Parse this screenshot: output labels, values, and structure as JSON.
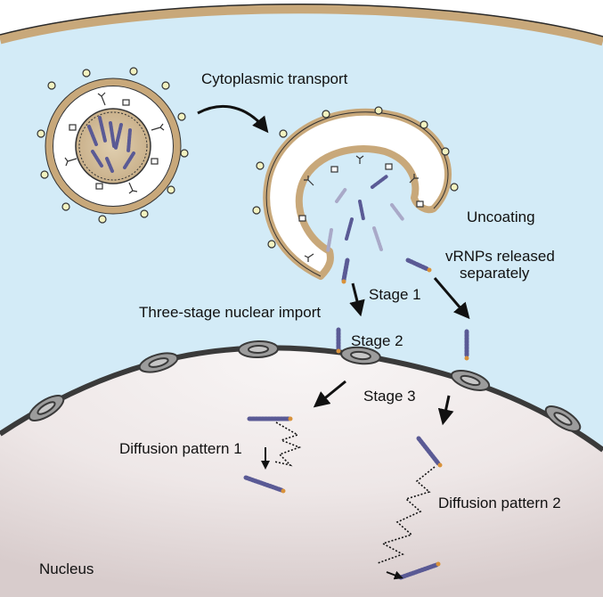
{
  "labels": {
    "cytoplasmic_transport": "Cytoplasmic transport",
    "uncoating": "Uncoating",
    "vrnps_line1": "vRNPs released",
    "vrnps_line2": "separately",
    "stage1": "Stage 1",
    "three_stage": "Three-stage nuclear import",
    "stage2": "Stage 2",
    "stage3": "Stage 3",
    "diffusion1": "Diffusion pattern 1",
    "diffusion2": "Diffusion pattern 2",
    "nucleus": "Nucleus"
  },
  "colors": {
    "cytoplasm": "#d3ebf7",
    "membrane": "#c8a87a",
    "nucleoplasm_light": "#f6f2f2",
    "nucleoplasm_dark": "#dacfcf",
    "nuclear_envelope": "#3a3a3a",
    "pore": "#9a9a9a",
    "vrnp": "#5a5a95",
    "vrnp_faded": "#a9a9c8",
    "vrnp_tip": "#d9923a",
    "bud": "#f2f2c0"
  }
}
